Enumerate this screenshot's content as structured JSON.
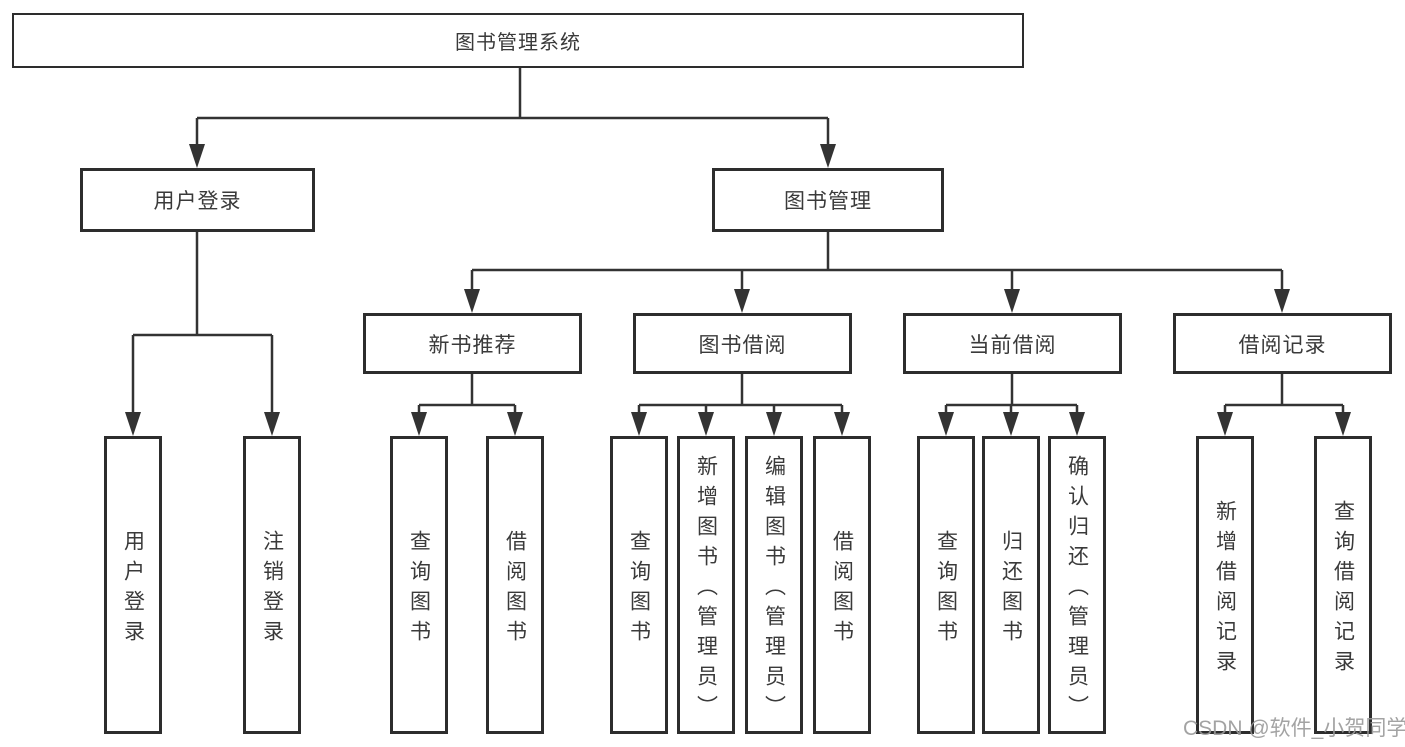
{
  "diagram": {
    "root": {
      "label": "图书管理系统"
    },
    "branches": [
      {
        "label": "用户登录",
        "leaves": [
          {
            "label": "用户登录"
          },
          {
            "label": "注销登录"
          }
        ]
      },
      {
        "label": "图书管理",
        "sections": [
          {
            "label": "新书推荐",
            "leaves": [
              {
                "label": "查询图书"
              },
              {
                "label": "借阅图书"
              }
            ]
          },
          {
            "label": "图书借阅",
            "leaves": [
              {
                "label": "查询图书"
              },
              {
                "label": "新增图书（管理员）"
              },
              {
                "label": "编辑图书（管理员）"
              },
              {
                "label": "借阅图书"
              }
            ]
          },
          {
            "label": "当前借阅",
            "leaves": [
              {
                "label": "查询图书"
              },
              {
                "label": "归还图书"
              },
              {
                "label": "确认归还（管理员）"
              }
            ]
          },
          {
            "label": "借阅记录",
            "leaves": [
              {
                "label": "新增借阅记录"
              },
              {
                "label": "查询借阅记录"
              }
            ]
          }
        ]
      }
    ]
  },
  "watermark": {
    "text": "CSDN @软件_小贺同学"
  },
  "colors": {
    "line": "#333333",
    "box-border": "#2d2d2d",
    "text": "#3a3a3a",
    "watermark": "#9a9a9a",
    "background": "#ffffff"
  }
}
